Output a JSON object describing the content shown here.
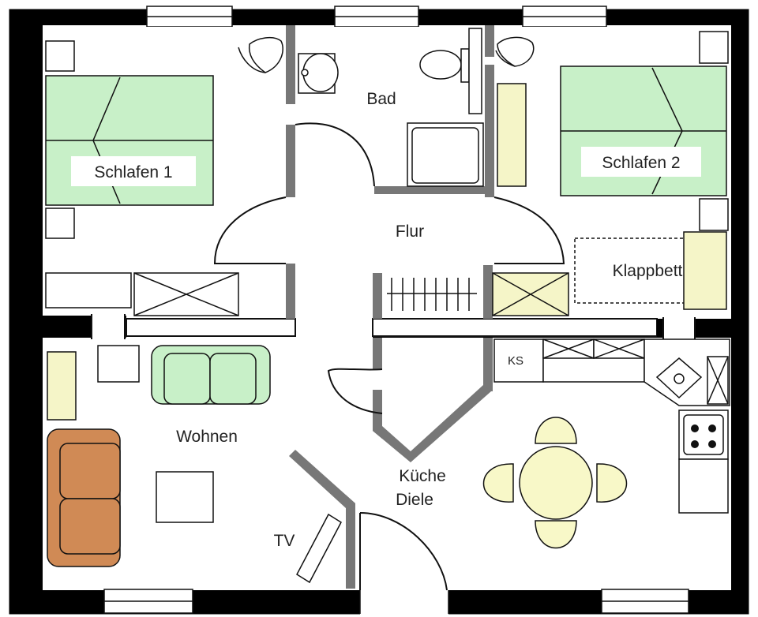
{
  "rooms": {
    "bedroom1": "Schlafen 1",
    "bathroom": "Bad",
    "bedroom2": "Schlafen 2",
    "hallway": "Flur",
    "foldbed": "Klappbett",
    "fridge": "KS",
    "living": "Wohnen",
    "kitchen_line1": "Küche",
    "kitchen_line2": "Diele",
    "tv": "TV"
  },
  "colors": {
    "wall": "#000000",
    "partition": "#7a7a7a",
    "bed": "#c8f0c8",
    "cabinet": "#f5f5c8",
    "sofa": "#d08a55",
    "armchair": "#c8f0c8",
    "dining": "#f8f8c8"
  }
}
